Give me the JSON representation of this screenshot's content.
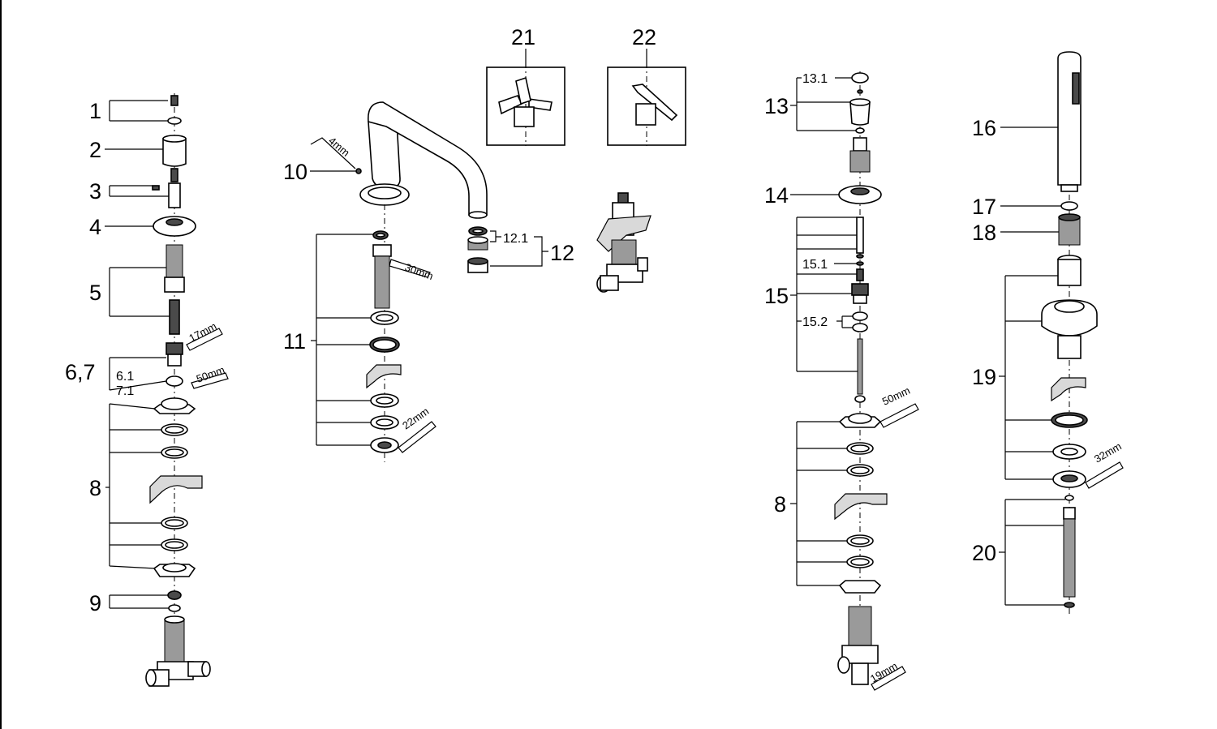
{
  "callouts": {
    "c1": "1",
    "c2": "2",
    "c3": "3",
    "c4": "4",
    "c5": "5",
    "c67": "6,7",
    "c61": "6.1",
    "c71": "7.1",
    "c8a": "8",
    "c9": "9",
    "c10": "10",
    "c11": "11",
    "c12": "12",
    "c121": "12.1",
    "c13": "13",
    "c131": "13.1",
    "c14": "14",
    "c15": "15",
    "c151": "15.1",
    "c152": "15.2",
    "c16": "16",
    "c17": "17",
    "c18": "18",
    "c19": "19",
    "c20": "20",
    "c21": "21",
    "c22": "22",
    "c8b": "8"
  },
  "tools": {
    "t17": "17mm",
    "t50a": "50mm",
    "t4": "4mm",
    "t30": "30mm",
    "t22": "22mm",
    "t50b": "50mm",
    "t32": "32mm",
    "t19": "19mm"
  },
  "colors": {
    "ink": "#000000",
    "thread_fill": "#9a9a9a",
    "dark_fill": "#4a4a4a",
    "background": "#ffffff"
  }
}
